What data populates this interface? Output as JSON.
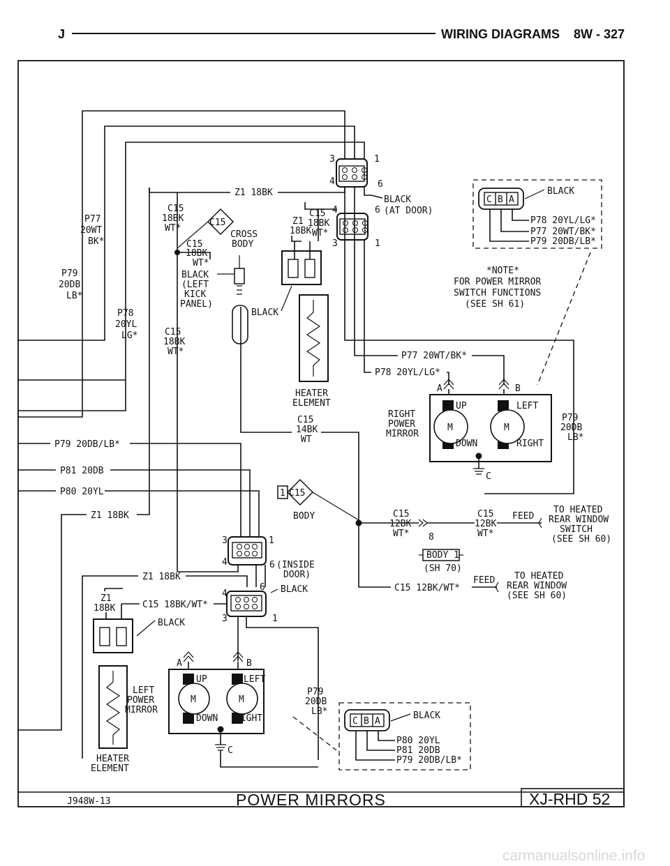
{
  "header": {
    "letter": "J",
    "section": "WIRING DIAGRAMS",
    "page": "8W - 327"
  },
  "title_block": {
    "ref": "J948W-13",
    "title": "POWER MIRRORS",
    "code": "XJ-RHD 52"
  },
  "notes": {
    "note_title": "*NOTE*",
    "note_1": "FOR POWER MIRROR",
    "note_2": "SWITCH FUNCTIONS",
    "note_3": "(SEE SH 61)"
  },
  "left_wire_labels": {
    "p77": "P77",
    "p77_c": "20WT",
    "p77_s": "BK*",
    "p79": "P79",
    "p79_c": "20DB",
    "p79_s": "LB*",
    "p78": "P78",
    "p78_c": "20YL",
    "p78_s": "LG*",
    "p79_full": "P79 20DB/LB*",
    "p81": "P81 20DB",
    "p80": "P80 20YL",
    "z1": "Z1 18BK"
  },
  "top_connector": {
    "pin3": "3",
    "pin1": "1",
    "pin4": "4",
    "pin6": "6",
    "z1": "Z1 18BK",
    "black": "BLACK",
    "at_door": "(AT DOOR)"
  },
  "ground_section": {
    "c15": "C15",
    "c15_18bk": "18BK",
    "c15_wt": "WT*",
    "diamond": "C15",
    "cross": "CROSS",
    "body": "BODY",
    "c15b": "C15",
    "c15b_18bk": "18BK",
    "c15b_wt": "WT*",
    "black": "BLACK",
    "left": "(LEFT",
    "kick": "KICK",
    "panel": "PANEL)",
    "c15c": "C15",
    "c15c_18bk": "18BK",
    "c15c_wt": "WT*"
  },
  "heater_right": {
    "z1": "Z1",
    "z1_18bk": "18BK",
    "c15": "C15",
    "c15_18bk": "18BK",
    "c15_wt": "WT*",
    "pin4": "4",
    "pin6": "6",
    "pin3": "3",
    "pin1": "1",
    "black": "BLACK",
    "heater": "HEATER",
    "element": "ELEMENT",
    "c15_14": "C15",
    "c15_14bk": "14BK",
    "c15_14wt": "WT"
  },
  "right_mirror": {
    "label_1": "RIGHT",
    "label_2": "POWER",
    "label_3": "MIRROR",
    "up": "UP",
    "left": "LEFT",
    "down": "DOWN",
    "right": "RIGHT",
    "m": "M",
    "a": "A",
    "b": "B",
    "c": "C",
    "p77_wire": "P77 20WT/BK*",
    "p78_wire": "P78 20YL/LG*",
    "p79": "P79",
    "p79_c": "20DB",
    "p79_s": "LB*"
  },
  "right_connector": {
    "black": "BLACK",
    "c": "C",
    "b": "B",
    "a": "A",
    "p78": "P78 20YL/LG*",
    "p77": "P77 20WT/BK*",
    "p79": "P79 20DB/LB*"
  },
  "splice": {
    "pin1": "1",
    "diamond": "C15",
    "body": "BODY",
    "c15a": "C15",
    "c15a_bk": "12BK",
    "c15a_wt": "WT*",
    "num8": "8",
    "c15b": "C15",
    "c15b_bk": "12BK",
    "c15b_wt": "WT*",
    "feed": "FEED",
    "to_heated": "TO HEATED",
    "rear_window": "REAR WINDOW",
    "switch": "SWITCH",
    "see_sh60": "(SEE SH 60)",
    "body1": "BODY 1",
    "sh70": "(SH 70)",
    "c15_wire": "C15 12BK/WT*",
    "feed2": "FEED",
    "to_heated2": "TO HEATED",
    "rear_window2": "REAR WINDOW",
    "see_sh60_2": "(SEE SH 60)"
  },
  "inside_door": {
    "pin3": "3",
    "pin1": "1",
    "pin4": "4",
    "pin6": "6",
    "inside": "(INSIDE",
    "door": "DOOR)",
    "z1": "Z1 18BK",
    "black": "BLACK",
    "pin4b": "4",
    "pin6b": "6",
    "pin3b": "3",
    "pin1b": "1"
  },
  "left_heater": {
    "z1": "Z1",
    "z1_18bk": "18BK",
    "c15": "C15 18BK/WT*",
    "black": "BLACK",
    "heater": "HEATER",
    "element": "ELEMENT"
  },
  "left_mirror": {
    "label_1": "LEFT",
    "label_2": "POWER",
    "label_3": "MIRROR",
    "up": "UP",
    "left": "LEFT",
    "down": "DOWN",
    "right": "RIGHT",
    "m": "M",
    "a": "A",
    "b": "B",
    "c": "C",
    "p79": "P79",
    "p79_c": "20DB",
    "p79_s": "LB*"
  },
  "left_connector": {
    "black": "BLACK",
    "c": "C",
    "b": "B",
    "a": "A",
    "p80": "P80 20YL",
    "p81": "P81 20DB",
    "p79": "P79 20DB/LB*"
  },
  "watermark": "carmanualsonline.info"
}
